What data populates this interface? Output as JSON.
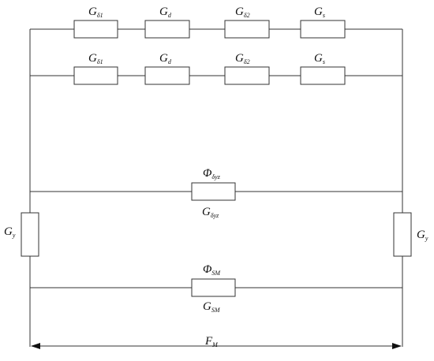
{
  "diagram": {
    "series_branch_1": {
      "elements": [
        {
          "symbol": "G",
          "sub": "δ1"
        },
        {
          "symbol": "G",
          "sub": "d"
        },
        {
          "symbol": "G",
          "sub": "δ2"
        },
        {
          "symbol": "G",
          "sub": "s"
        }
      ]
    },
    "series_branch_2": {
      "elements": [
        {
          "symbol": "G",
          "sub": "δ1"
        },
        {
          "symbol": "G",
          "sub": "d"
        },
        {
          "symbol": "G",
          "sub": "δ2"
        },
        {
          "symbol": "G",
          "sub": "s"
        }
      ]
    },
    "left_element": {
      "symbol": "G",
      "sub": "y"
    },
    "right_element": {
      "symbol": "G",
      "sub": "y"
    },
    "branch_3": {
      "flux": {
        "symbol": "Φ",
        "sub": "δyz"
      },
      "conductance": {
        "symbol": "G",
        "sub": "δyz"
      }
    },
    "branch_4": {
      "flux": {
        "symbol": "Φ",
        "sub": "SM"
      },
      "conductance": {
        "symbol": "G",
        "sub": "SM"
      }
    },
    "mmf": {
      "symbol": "F",
      "sub": "M"
    }
  }
}
